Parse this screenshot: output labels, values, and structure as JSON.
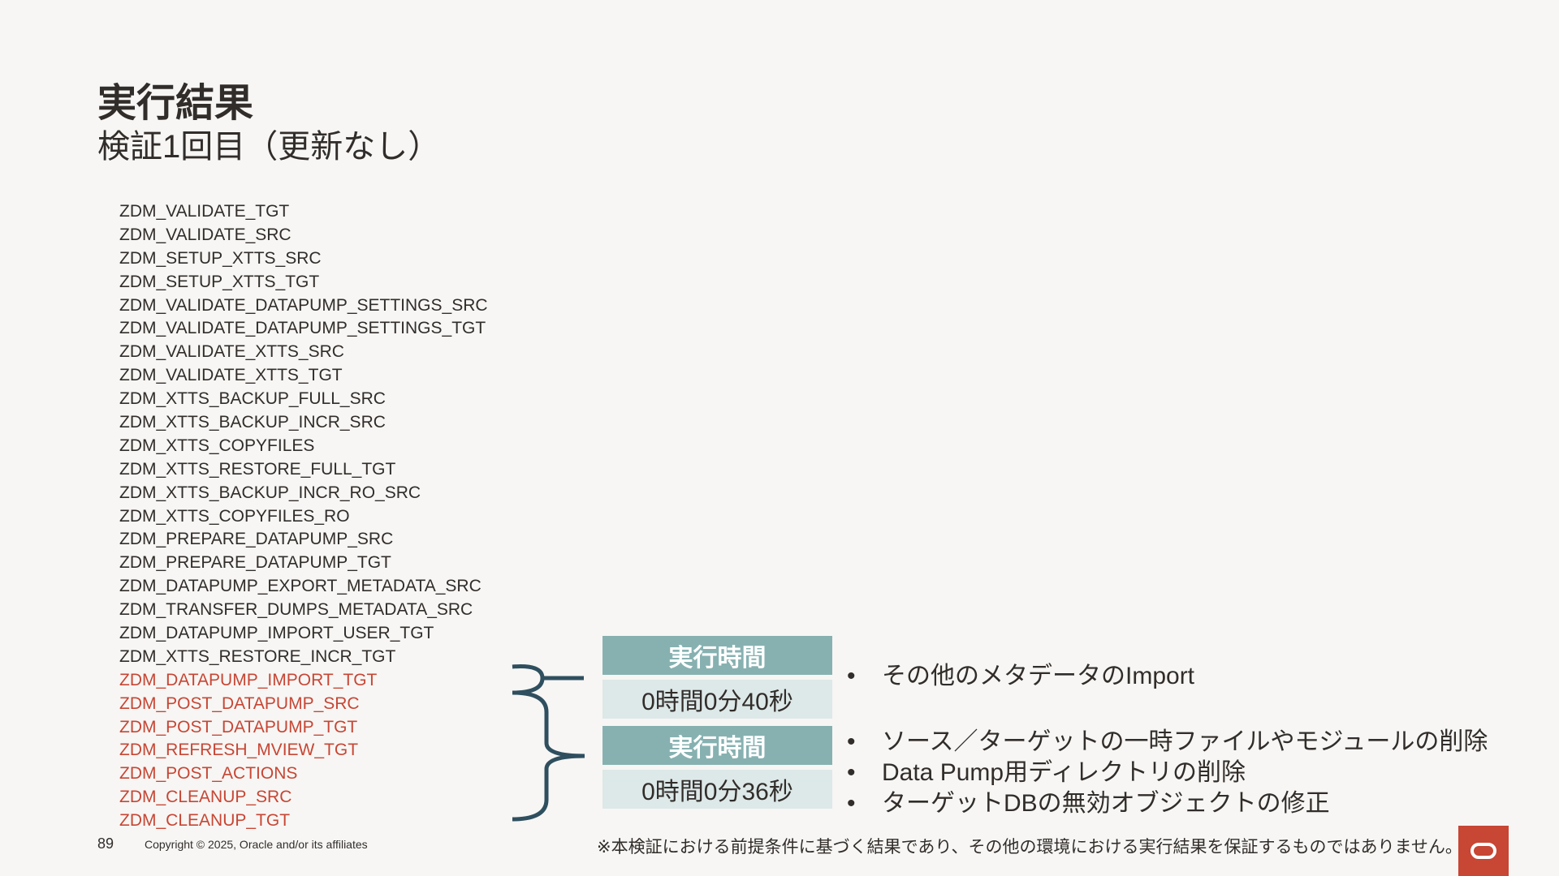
{
  "title": "実行結果",
  "subtitle": "検証1回目（更新なし）",
  "steps": [
    {
      "label": "ZDM_VALIDATE_TGT",
      "highlight": false
    },
    {
      "label": "ZDM_VALIDATE_SRC",
      "highlight": false
    },
    {
      "label": "ZDM_SETUP_XTTS_SRC",
      "highlight": false
    },
    {
      "label": "ZDM_SETUP_XTTS_TGT",
      "highlight": false
    },
    {
      "label": "ZDM_VALIDATE_DATAPUMP_SETTINGS_SRC",
      "highlight": false
    },
    {
      "label": "ZDM_VALIDATE_DATAPUMP_SETTINGS_TGT",
      "highlight": false
    },
    {
      "label": "ZDM_VALIDATE_XTTS_SRC",
      "highlight": false
    },
    {
      "label": "ZDM_VALIDATE_XTTS_TGT",
      "highlight": false
    },
    {
      "label": "ZDM_XTTS_BACKUP_FULL_SRC",
      "highlight": false
    },
    {
      "label": "ZDM_XTTS_BACKUP_INCR_SRC",
      "highlight": false
    },
    {
      "label": "ZDM_XTTS_COPYFILES",
      "highlight": false
    },
    {
      "label": "ZDM_XTTS_RESTORE_FULL_TGT",
      "highlight": false
    },
    {
      "label": "ZDM_XTTS_BACKUP_INCR_RO_SRC",
      "highlight": false
    },
    {
      "label": "ZDM_XTTS_COPYFILES_RO",
      "highlight": false
    },
    {
      "label": "ZDM_PREPARE_DATAPUMP_SRC",
      "highlight": false
    },
    {
      "label": "ZDM_PREPARE_DATAPUMP_TGT",
      "highlight": false
    },
    {
      "label": "ZDM_DATAPUMP_EXPORT_METADATA_SRC",
      "highlight": false
    },
    {
      "label": "ZDM_TRANSFER_DUMPS_METADATA_SRC",
      "highlight": false
    },
    {
      "label": "ZDM_DATAPUMP_IMPORT_USER_TGT",
      "highlight": false
    },
    {
      "label": "ZDM_XTTS_RESTORE_INCR_TGT",
      "highlight": false
    },
    {
      "label": "ZDM_DATAPUMP_IMPORT_TGT",
      "highlight": true
    },
    {
      "label": "ZDM_POST_DATAPUMP_SRC",
      "highlight": true
    },
    {
      "label": "ZDM_POST_DATAPUMP_TGT",
      "highlight": true
    },
    {
      "label": "ZDM_REFRESH_MVIEW_TGT",
      "highlight": true
    },
    {
      "label": "ZDM_POST_ACTIONS",
      "highlight": true
    },
    {
      "label": "ZDM_CLEANUP_SRC",
      "highlight": true
    },
    {
      "label": "ZDM_CLEANUP_TGT",
      "highlight": true
    }
  ],
  "results": [
    {
      "header": "実行時間",
      "value": "0時間0分40秒",
      "bullets": [
        "その他のメタデータのImport"
      ]
    },
    {
      "header": "実行時間",
      "value": "0時間0分36秒",
      "bullets": [
        "ソース／ターゲットの一時ファイルやモジュールの削除",
        "Data Pump用ディレクトリの削除",
        "ターゲットDBの無効オブジェクトの修正"
      ]
    }
  ],
  "footer": {
    "page_number": "89",
    "copyright": "Copyright © 2025, Oracle and/or its affiliates",
    "note": "※本検証における前提条件に基づく結果であり、その他の環境における実行結果を保証するものではありません。"
  },
  "colors": {
    "highlight": "#c74634",
    "header_fill": "#87b1b1",
    "value_fill": "#dde8e8",
    "brace": "#2f4f5f",
    "logo": "#c74634"
  },
  "icons": {
    "logo": "oracle-logo-icon"
  }
}
